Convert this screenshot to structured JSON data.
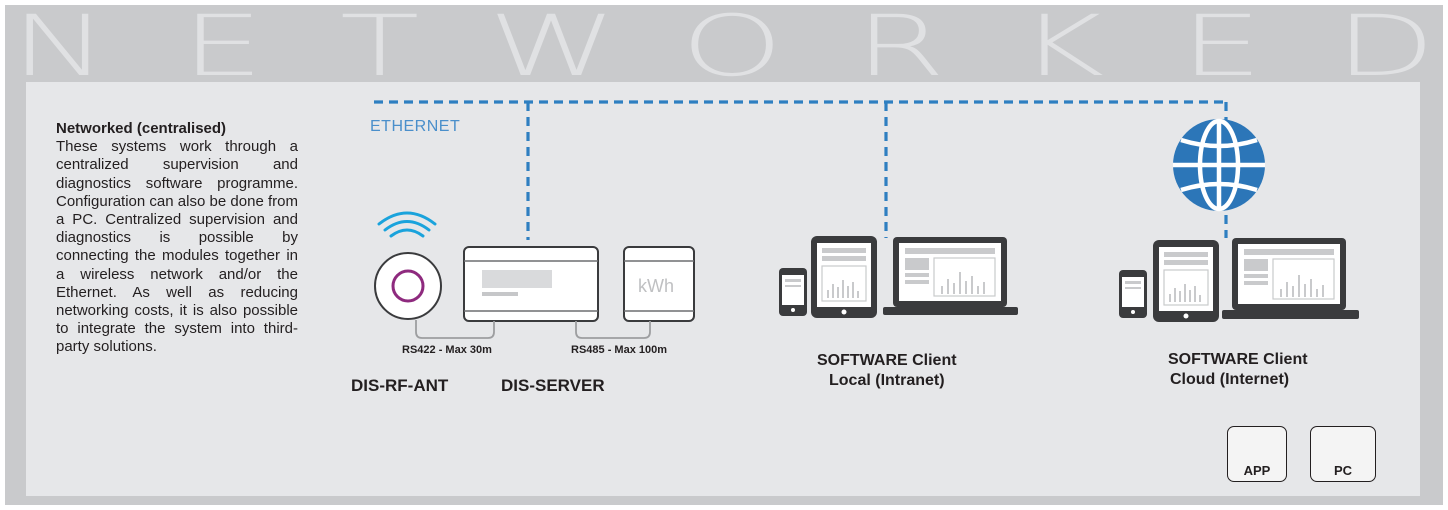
{
  "banner": {
    "letters": [
      "N",
      "E",
      "T",
      "W",
      "O",
      "R",
      "K",
      "E",
      "D"
    ]
  },
  "description": {
    "title": "Networked (centralised)",
    "body": "These systems work through a centralized supervision and diagnostics software programme. Configuration can also be done from a PC. Centralized supervision and diagnostics is possible by connecting the modules together in a wireless net­work and/or the Ethernet. As well as reducing networking costs, it is also possible to in­tegrate the system into third­party solutions."
  },
  "diagram": {
    "ethernet_label": "ETHERNET",
    "meter_label": "kWh",
    "link_rs422": "RS422 - Max 30m",
    "link_rs485": "RS485 - Max 100m",
    "antenna_name": "DIS-RF-ANT",
    "server_name": "DIS-SERVER",
    "client_local_line1": "SOFTWARE Client",
    "client_local_line2": "Local (Intranet)",
    "client_cloud_line1": "SOFTWARE Client",
    "client_cloud_line2": "Cloud (Internet)"
  },
  "badges": {
    "app": "APP",
    "pc": "PC"
  },
  "colors": {
    "ethernet": "#2e7fc1",
    "wifi": "#1aa3dc",
    "antenna_ring": "#8e2a7e",
    "globe": "#2c76b8",
    "device_dark": "#3a3b3d"
  }
}
